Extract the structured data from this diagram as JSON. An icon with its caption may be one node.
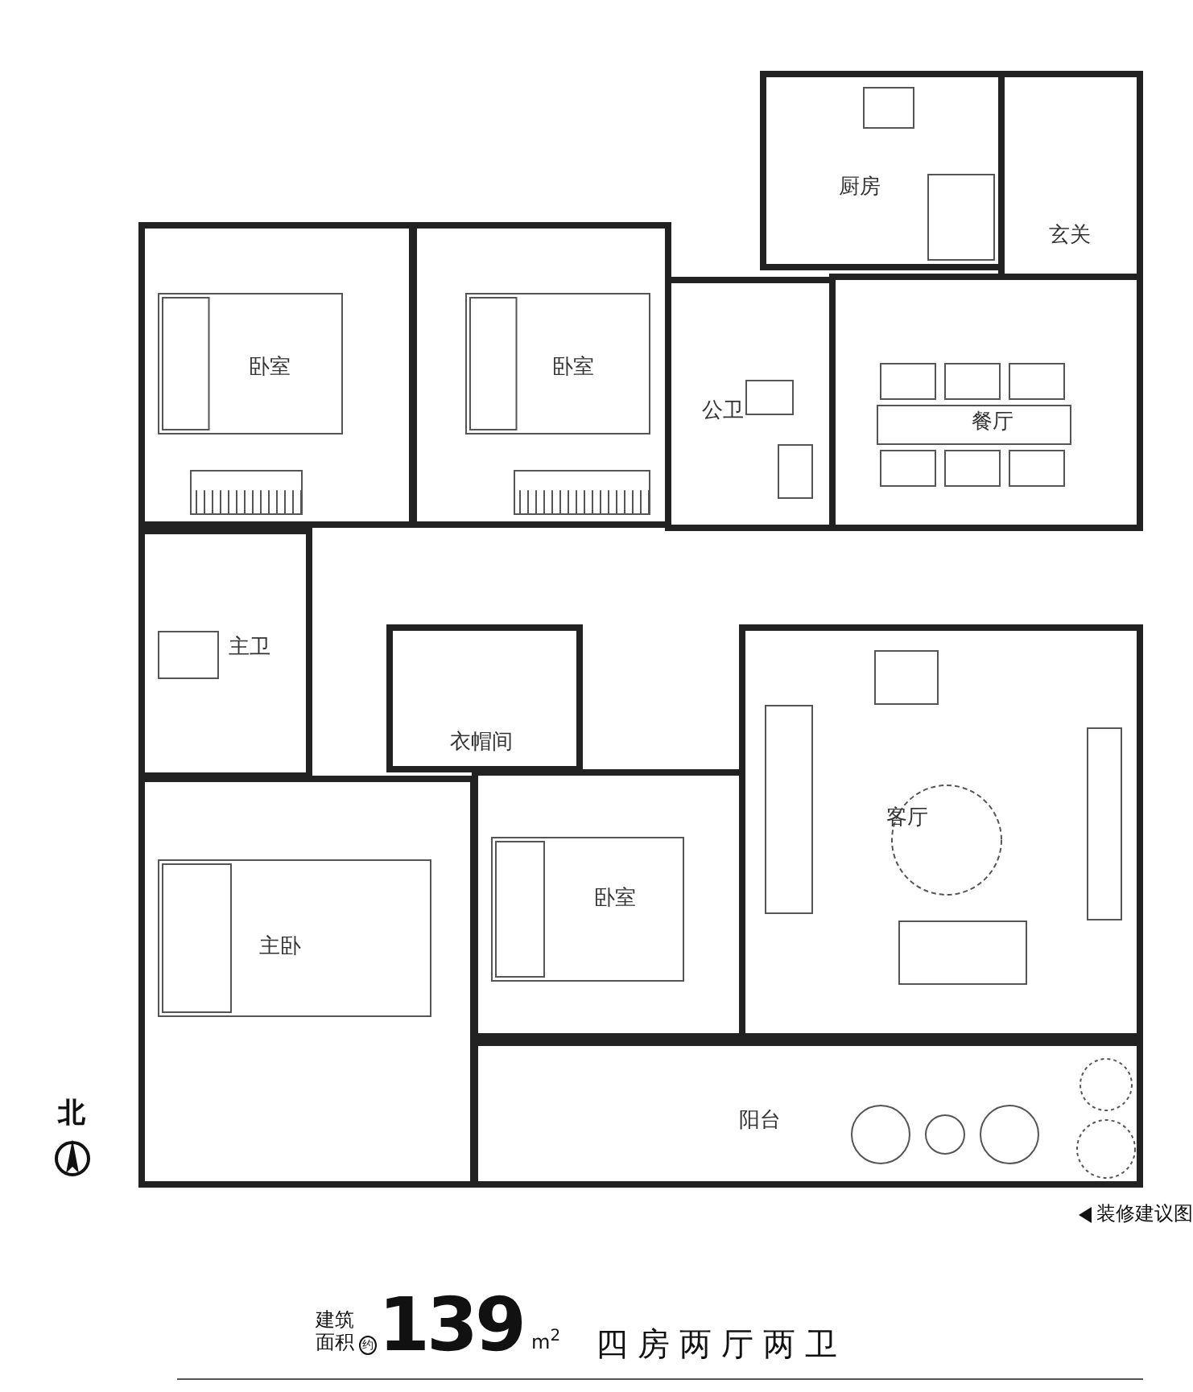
{
  "diagram": {
    "nodes": [
      {
        "text": [
          "卧室"
        ]
      },
      {
        "text": [
          "卧室"
        ]
      },
      {
        "text": [
          "厨房"
        ]
      },
      {
        "text": [
          "玄关"
        ]
      },
      {
        "text": [
          "公卫"
        ]
      },
      {
        "text": [
          "餐厅"
        ]
      },
      {
        "text": [
          "主卫"
        ]
      },
      {
        "text": [
          "衣帽间"
        ]
      },
      {
        "text": [
          "卧室"
        ]
      },
      {
        "text": [
          "客厅"
        ]
      },
      {
        "text": [
          "主卧"
        ]
      },
      {
        "text": [
          "阳台"
        ]
      }
    ],
    "labels": [
      "北",
      "装修建议图",
      "建筑面积",
      "约",
      "139",
      "m$^{2}$",
      "四房两厅两卫"
    ]
  }
}
